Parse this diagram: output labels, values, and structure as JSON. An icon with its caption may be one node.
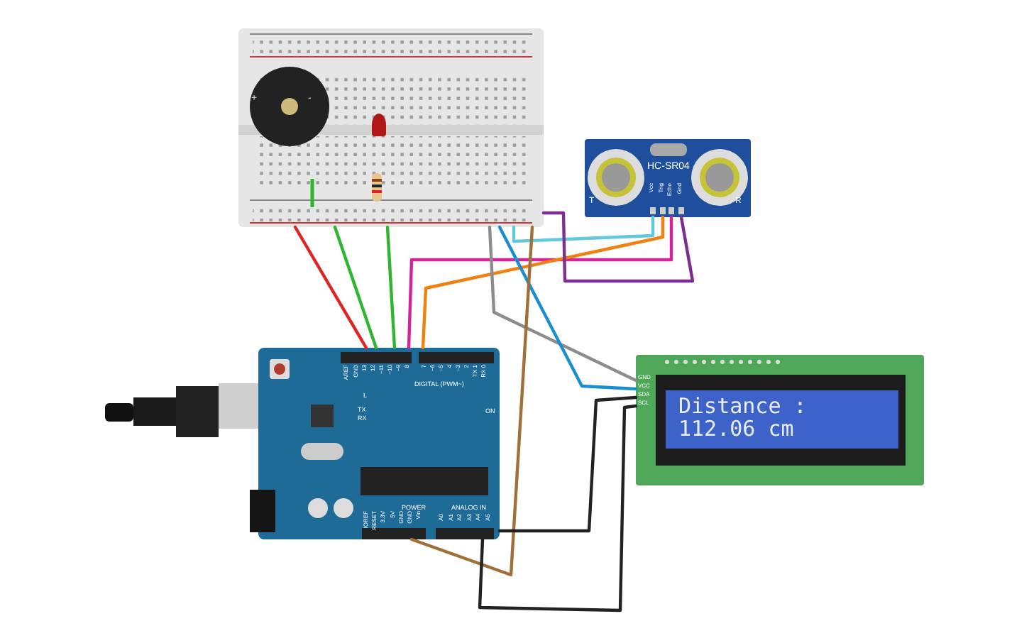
{
  "diagram": {
    "nodes": [
      {
        "text": [],
        "shape": "board"
      },
      {
        "text": [],
        "shape": "circle",
        "in": 0
      },
      {
        "text": [],
        "shape": "led",
        "in": 0
      },
      {
        "text": [],
        "shape": "resistor",
        "in": 0
      },
      {
        "text": [
          "HC-SR04"
        ]
      },
      {
        "text": [],
        "shape": "board"
      },
      {
        "text": [
          "Distance :",
          "112.06 cm"
        ]
      }
    ],
    "edges": [
      {
        "from": 0,
        "to": 5,
        "arrow": "none",
        "color": "#e02424"
      },
      {
        "from": 0,
        "to": 5,
        "arrow": "none",
        "color": "#2fb52f"
      },
      {
        "from": 0,
        "to": 5,
        "arrow": "none",
        "color": "#2fb52f"
      },
      {
        "from": 5,
        "to": 4,
        "arrow": "none",
        "color": "#d4249c"
      },
      {
        "from": 5,
        "to": 4,
        "arrow": "none",
        "color": "#f0800f"
      },
      {
        "from": 0,
        "to": 4,
        "arrow": "none",
        "color": "#62c8dd"
      },
      {
        "from": 0,
        "to": 4,
        "arrow": "none",
        "color": "#7b2f8e"
      },
      {
        "from": 0,
        "to": 6,
        "arrow": "none",
        "color": "#8c8c8c"
      },
      {
        "from": 0,
        "to": 6,
        "arrow": "none",
        "color": "#1a8fd0"
      },
      {
        "from": 0,
        "to": 5,
        "arrow": "none",
        "color": "#a0703a"
      },
      {
        "from": 5,
        "to": 6,
        "arrow": "none",
        "color": "#222222"
      },
      {
        "from": 5,
        "to": 6,
        "arrow": "none",
        "color": "#222222"
      }
    ],
    "labels": [
      "+",
      "-",
      "T",
      "Vcc",
      "Trig",
      "Echo",
      "Gnd",
      "R",
      "AREF",
      "GND",
      "13",
      "12",
      "~11",
      "~10",
      "~9",
      "8",
      "7",
      "~6",
      "~5",
      "4",
      "~3",
      "2",
      "TX 1",
      "RX 0",
      "DIGITAL (PWM~)",
      "L",
      "TX",
      "RX",
      "ON",
      "GND",
      "VCC",
      "SDA",
      "SCL",
      "POWER",
      "ANALOG IN",
      "IOREF",
      "RESET",
      "3.3V",
      "5V",
      "GND",
      "GND",
      "Vin",
      "A0",
      "A1",
      "A2",
      "A3",
      "A4",
      "A5"
    ]
  }
}
